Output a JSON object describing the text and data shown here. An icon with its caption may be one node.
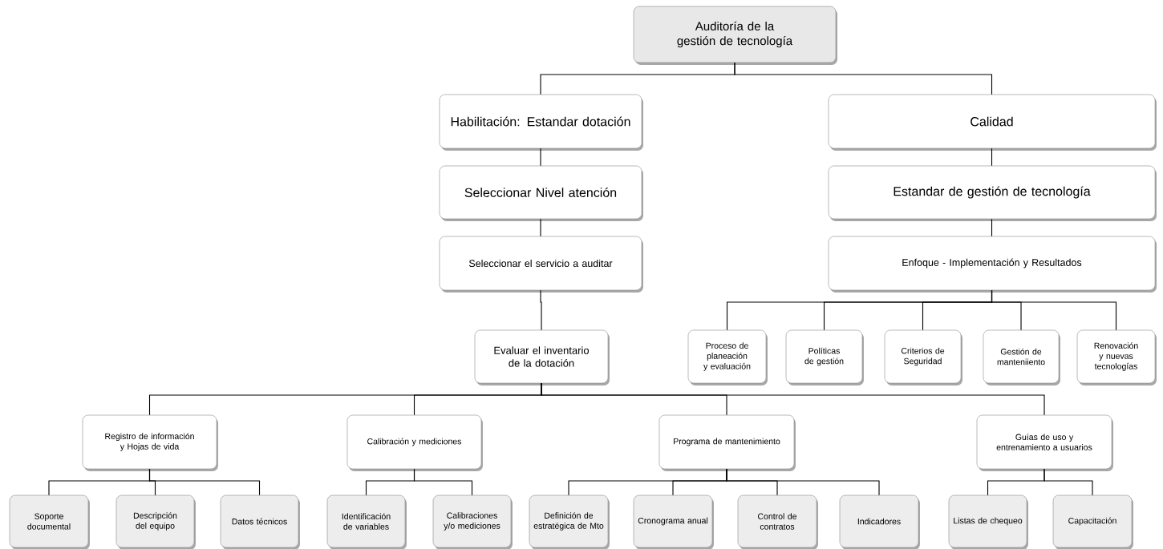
{
  "diagram": {
    "nodes": [
      {
        "text": [
          "Auditoría de la gestión de tecnología"
        ]
      },
      {
        "text": [
          "Habilitación: Estandar dotación"
        ]
      },
      {
        "text": [
          "Calidad"
        ]
      },
      {
        "text": [
          "Seleccionar Nivel atención"
        ]
      },
      {
        "text": [
          "Estandar de gestión de tecnología"
        ]
      },
      {
        "text": [
          "Seleccionar el servicio a auditar"
        ]
      },
      {
        "text": [
          "Enfoque - Implementación y Resultados"
        ]
      },
      {
        "text": [
          "Proceso de planeación y evaluación"
        ]
      },
      {
        "text": [
          "Políticas de gestión"
        ]
      },
      {
        "text": [
          "Criterios de Seguridad"
        ]
      },
      {
        "text": [
          "Gestión de manteniiento"
        ]
      },
      {
        "text": [
          "Renovación y nuevas tecnologías"
        ]
      },
      {
        "text": [
          "Evaluar el inventario de la dotación"
        ]
      },
      {
        "text": [
          "Registro de información y Hojas de vida"
        ]
      },
      {
        "text": [
          "Calibración y mediciones"
        ]
      },
      {
        "text": [
          "Programa de mantenimiento"
        ]
      },
      {
        "text": [
          "Guías de uso y entrenamiento a usuarios"
        ]
      },
      {
        "text": [
          "Soporte documental"
        ]
      },
      {
        "text": [
          "Descripción del equipo"
        ]
      },
      {
        "text": [
          "Datos técnicos"
        ]
      },
      {
        "text": [
          "Identificación de variables"
        ]
      },
      {
        "text": [
          "Calibraciones y/o mediciones"
        ]
      },
      {
        "text": [
          "Definición de estratégica de Mto"
        ]
      },
      {
        "text": [
          "Cronograma anual"
        ]
      },
      {
        "text": [
          "Control de contratos"
        ]
      },
      {
        "text": [
          "Indicadores"
        ]
      },
      {
        "text": [
          "Listas de chequeo"
        ]
      },
      {
        "text": [
          "Capacitación"
        ]
      }
    ],
    "edges": [
      {
        "from": 0,
        "to": 1,
        "arrow": "none"
      },
      {
        "from": 0,
        "to": 2,
        "arrow": "none"
      },
      {
        "from": 1,
        "to": 3,
        "arrow": "none"
      },
      {
        "from": 3,
        "to": 5,
        "arrow": "none"
      },
      {
        "from": 5,
        "to": 12,
        "arrow": "none"
      },
      {
        "from": 2,
        "to": 4,
        "arrow": "none"
      },
      {
        "from": 4,
        "to": 6,
        "arrow": "none"
      },
      {
        "from": 6,
        "to": 7,
        "arrow": "none"
      },
      {
        "from": 6,
        "to": 8,
        "arrow": "none"
      },
      {
        "from": 6,
        "to": 9,
        "arrow": "none"
      },
      {
        "from": 6,
        "to": 10,
        "arrow": "none"
      },
      {
        "from": 6,
        "to": 11,
        "arrow": "none"
      },
      {
        "from": 12,
        "to": 13,
        "arrow": "none"
      },
      {
        "from": 12,
        "to": 14,
        "arrow": "none"
      },
      {
        "from": 12,
        "to": 15,
        "arrow": "none"
      },
      {
        "from": 12,
        "to": 16,
        "arrow": "none"
      },
      {
        "from": 13,
        "to": 17,
        "arrow": "none"
      },
      {
        "from": 13,
        "to": 18,
        "arrow": "none"
      },
      {
        "from": 13,
        "to": 19,
        "arrow": "none"
      },
      {
        "from": 14,
        "to": 20,
        "arrow": "none"
      },
      {
        "from": 14,
        "to": 21,
        "arrow": "none"
      },
      {
        "from": 15,
        "to": 22,
        "arrow": "none"
      },
      {
        "from": 15,
        "to": 23,
        "arrow": "none"
      },
      {
        "from": 15,
        "to": 24,
        "arrow": "none"
      },
      {
        "from": 15,
        "to": 25,
        "arrow": "none"
      },
      {
        "from": 16,
        "to": 26,
        "arrow": "none"
      },
      {
        "from": 16,
        "to": 27,
        "arrow": "none"
      }
    ]
  }
}
